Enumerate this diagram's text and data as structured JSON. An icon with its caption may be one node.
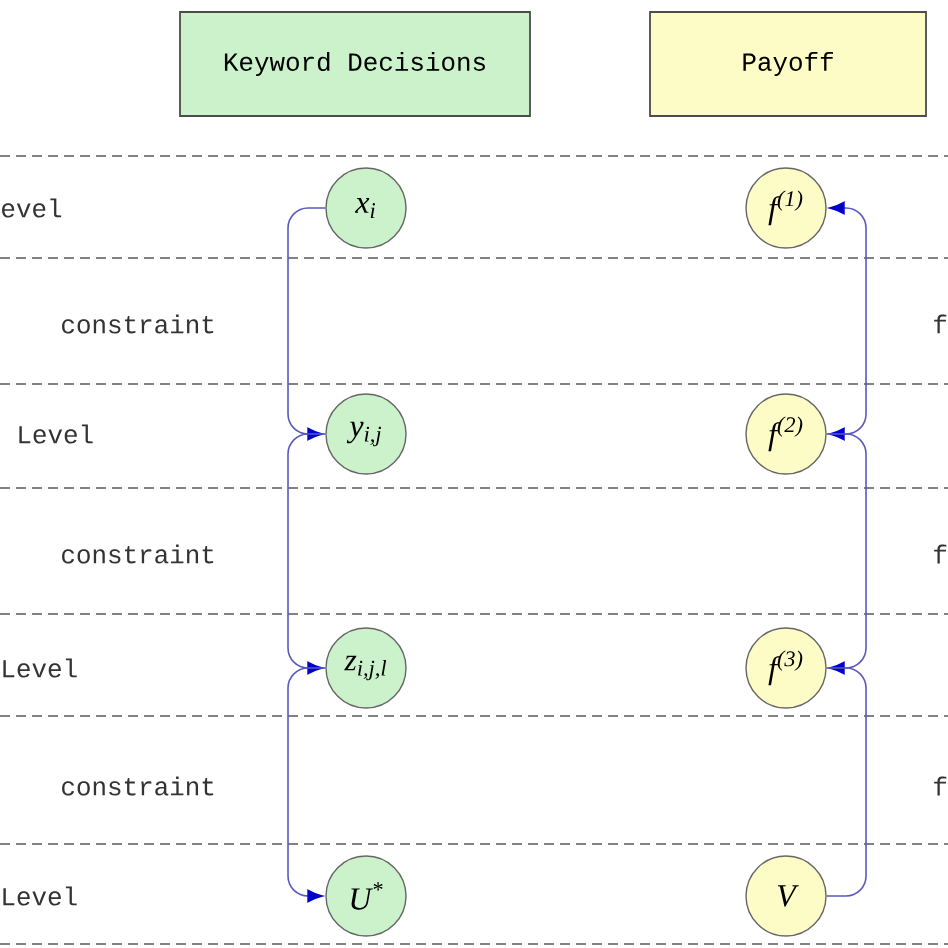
{
  "diagram": {
    "nodes": [
      {
        "text": [
          "Keyword Decisions"
        ]
      },
      {
        "text": [
          "Payoff"
        ]
      },
      {
        "text": [
          "x$_{i}$"
        ]
      },
      {
        "text": [
          "f$^{(1)}$"
        ]
      },
      {
        "text": [
          "y$_{i,j}$"
        ]
      },
      {
        "text": [
          "f$^{(2)}$"
        ]
      },
      {
        "text": [
          "z$_{i,j,l}$"
        ]
      },
      {
        "text": [
          "f$^{(3)}$"
        ]
      },
      {
        "text": [
          "U$^{*}$"
        ]
      },
      {
        "text": [
          "V"
        ]
      }
    ],
    "edges": [
      {
        "from": 2,
        "to": 4,
        "arrow": "to"
      },
      {
        "from": 4,
        "to": 6,
        "arrow": "to"
      },
      {
        "from": 6,
        "to": 8,
        "arrow": "to"
      },
      {
        "from": 9,
        "to": 7,
        "arrow": "to"
      },
      {
        "from": 7,
        "to": 5,
        "arrow": "to"
      },
      {
        "from": 5,
        "to": 3,
        "arrow": "to"
      }
    ],
    "labels": [
      "evel",
      "constraint",
      "f",
      "Level",
      "constraint",
      "f",
      "Level",
      "constraint",
      "f",
      "Level"
    ]
  }
}
